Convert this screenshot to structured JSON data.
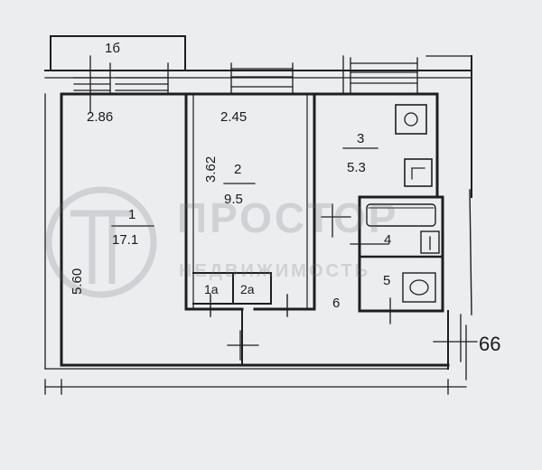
{
  "labels": {
    "balcony": "1б",
    "room1_width": "2.86",
    "room2_width": "2.45",
    "room2_length": "3.62",
    "room2_number": "2",
    "room2_area": "9.5",
    "room3_number": "3",
    "room3_area": "5.3",
    "room1_number": "1",
    "room1_area": "17.1",
    "room1_length": "5.60",
    "room4_number": "4",
    "room5_number": "5",
    "closet_1a": "1а",
    "closet_2a": "2а",
    "hall_number": "6",
    "apartment_number": "66"
  },
  "watermark": {
    "brand": "ПРОСТОР",
    "subtitle": "НЕДВИЖИМОСТЬ"
  }
}
